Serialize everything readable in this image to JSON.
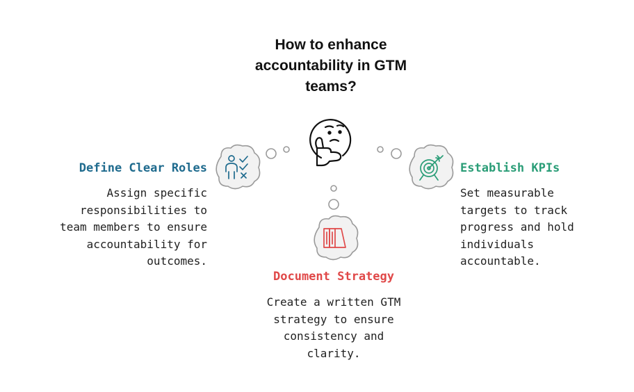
{
  "title_lines": [
    "How to enhance",
    "accountability in GTM",
    "teams?"
  ],
  "colors": {
    "roles": "#1f6b8e",
    "kpis": "#2a9d77",
    "strategy": "#e04848",
    "cloud_stroke": "#9a9a9a",
    "text": "#1f1f1f"
  },
  "icons": {
    "center": "thinking-face-icon",
    "roles": "person-checklist-icon",
    "kpis": "target-arrow-icon",
    "strategy": "document-pages-icon"
  },
  "nodes": {
    "roles": {
      "heading": "Define Clear Roles",
      "body_lines": [
        "Assign specific",
        "responsibilities to",
        "team members to ensure",
        "accountability for",
        "outcomes."
      ]
    },
    "kpis": {
      "heading": "Establish KPIs",
      "body_lines": [
        "Set measurable",
        "targets to track",
        "progress and hold",
        "individuals",
        "accountable."
      ]
    },
    "strategy": {
      "heading": "Document Strategy",
      "body_lines": [
        "Create a written GTM",
        "strategy to ensure",
        "consistency and",
        "clarity."
      ]
    }
  }
}
